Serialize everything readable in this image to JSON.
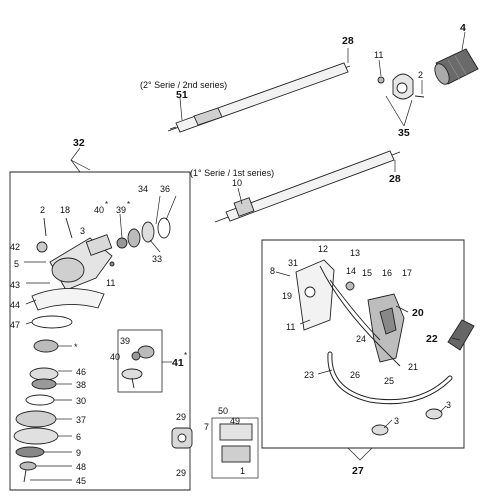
{
  "captions": {
    "series2": "(2° Serie / 2nd series)",
    "series1": "(1° Serie / 1st series)"
  },
  "parts": {
    "p28a": "28",
    "p51": "51",
    "p4": "4",
    "p11a": "11",
    "p2a": "2",
    "p35": "35",
    "p10": "10",
    "p28b": "28",
    "p32": "32",
    "p2b": "2",
    "p18": "18",
    "p3": "3",
    "p40a": "40",
    "star1": "*",
    "p39a": "39",
    "star2": "*",
    "p34": "34",
    "p36": "36",
    "p42": "42",
    "p5": "5",
    "p43": "43",
    "p44": "44",
    "p47": "47",
    "p33": "33",
    "p11b": "11",
    "star3": "*",
    "p46": "46",
    "p38": "38",
    "p30": "30",
    "p37": "37",
    "p6": "6",
    "p9": "9",
    "p48": "48",
    "p45": "45",
    "p39b": "39",
    "p40b": "40",
    "p41": "41",
    "star4": "*",
    "p29a": "29",
    "p29b": "29",
    "p50": "50",
    "p49": "49",
    "p7": "7",
    "p1": "1",
    "p12": "12",
    "p13": "13",
    "p8": "8",
    "p31": "31",
    "p19": "19",
    "p14": "14",
    "p15": "15",
    "p16": "16",
    "p17": "17",
    "p20": "20",
    "p11c": "11",
    "p24": "24",
    "p22": "22",
    "p21": "21",
    "p23": "23",
    "p26": "26",
    "p25": "25",
    "p3b": "3",
    "p3c": "3",
    "p27": "27"
  },
  "colors": {
    "line": "#222222",
    "fill_light": "#f2f2f2",
    "fill_mid": "#cfcfcf",
    "fill_dark": "#555555"
  }
}
